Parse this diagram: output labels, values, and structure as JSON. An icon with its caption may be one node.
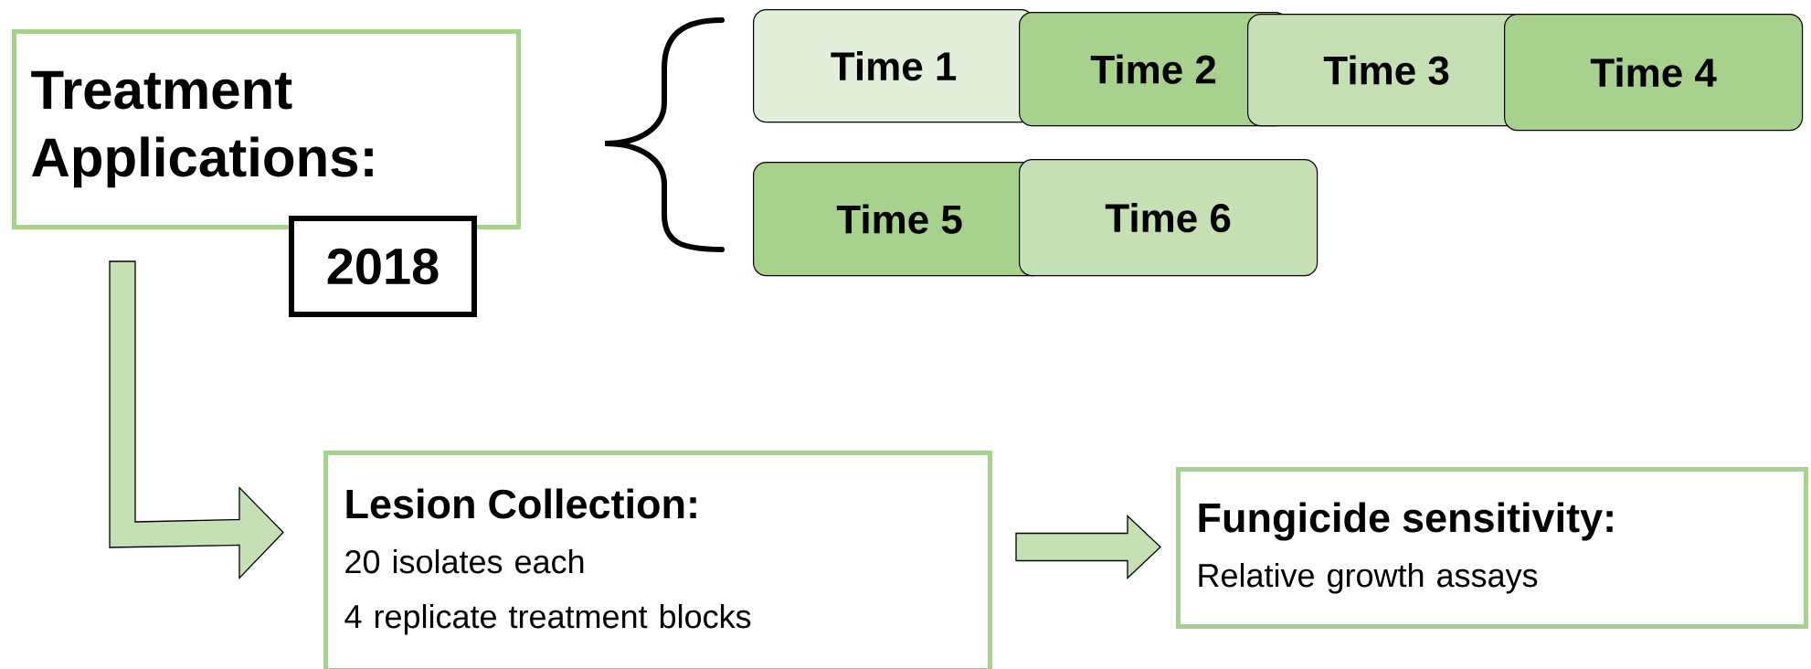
{
  "diagram": {
    "nodes": [
      {
        "text": [
          "Treatment Applications:"
        ]
      },
      {
        "text": [
          "2018"
        ]
      },
      {
        "text": [
          "Time 1"
        ]
      },
      {
        "text": [
          "Time 2"
        ]
      },
      {
        "text": [
          "Time 3"
        ]
      },
      {
        "text": [
          "Time 4"
        ]
      },
      {
        "text": [
          "Time 5"
        ]
      },
      {
        "text": [
          "Time 6"
        ]
      },
      {
        "text": [
          "Lesion Collection:",
          "20 isolates each",
          "4 replicate treatment blocks"
        ]
      },
      {
        "text": [
          "Fungicide sensitivity:",
          "Relative growth assays"
        ]
      }
    ],
    "edges": [
      {
        "from": 0,
        "to": 8,
        "arrow": "to"
      },
      {
        "from": 8,
        "to": 9,
        "arrow": "to"
      }
    ]
  }
}
